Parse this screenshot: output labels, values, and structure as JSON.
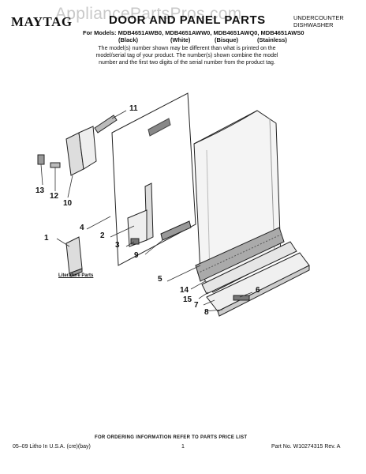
{
  "watermark": "AppliancePartsPros.com",
  "header": {
    "brand": "MAYTAG",
    "title": "DOOR AND PANEL PARTS",
    "product_type_line1": "UNDERCOUNTER",
    "product_type_line2": "DISHWASHER",
    "models_label": "For Models:",
    "models": [
      "MDB4651AWB0,",
      "MDB4651AWW0,",
      "MDB4651AWQ0,",
      "MDB4651AWS0"
    ],
    "colors": [
      "(Black)",
      "(White)",
      "(Bisque)",
      "(Stainless)"
    ],
    "note": "The model(s) number shown may be different than what is printed on the model/serial tag of your product. The number(s) shown combine the model number and the first two digits of the serial number from the product tag."
  },
  "callouts": {
    "c1": "1",
    "c2": "2",
    "c3": "3",
    "c4": "4",
    "c5": "5",
    "c6": "6",
    "c7": "7",
    "c8": "8",
    "c9": "9",
    "c10": "10",
    "c11": "11",
    "c12": "12",
    "c13": "13",
    "c14": "14",
    "c15": "15"
  },
  "literature_label": "Literature Parts",
  "footer": {
    "ordering": "FOR ORDERING INFORMATION REFER TO PARTS PRICE LIST",
    "litho": "05–09 Litho In U.S.A. (cre)(bay)",
    "page": "1",
    "part_no": "Part No. W10274315 Rev. A"
  }
}
